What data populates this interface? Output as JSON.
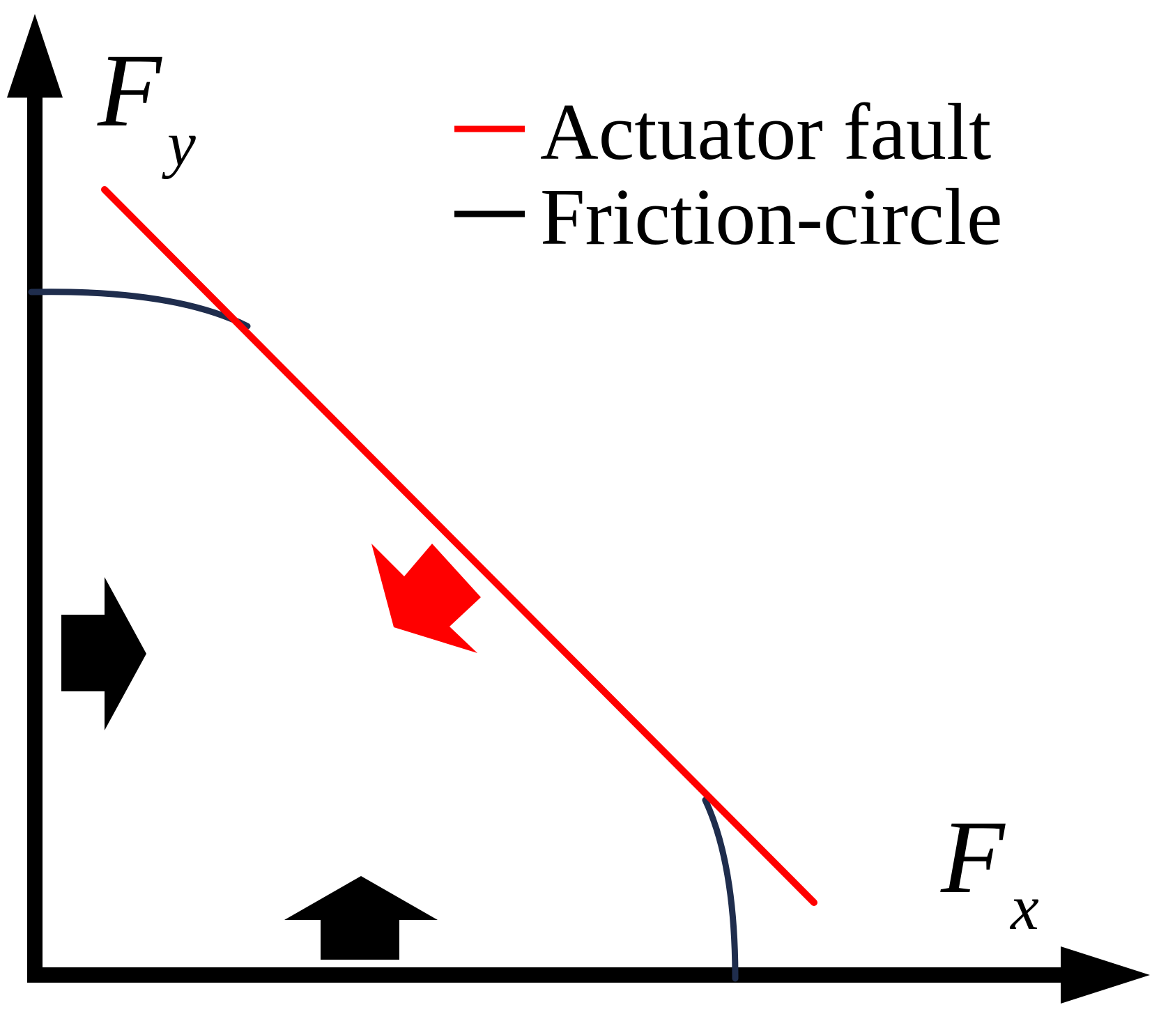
{
  "axes": {
    "x_label": "F",
    "x_subscript": "x",
    "y_label": "F",
    "y_subscript": "y"
  },
  "legend": {
    "items": [
      {
        "label": "Actuator fault",
        "color": "#ff0000"
      },
      {
        "label": "Friction-circle",
        "color": "#000000"
      }
    ]
  },
  "colors": {
    "axis": "#000000",
    "actuator_fault_line": "#ff0000",
    "friction_circle_arc": "#1f2d4d",
    "fault_arrow": "#ff0000",
    "shift_arrows": "#000000"
  },
  "icons": {
    "fault_arrow": "arrow-down-left-icon",
    "right_arrow": "arrow-right-icon",
    "up_arrow": "arrow-up-icon"
  }
}
